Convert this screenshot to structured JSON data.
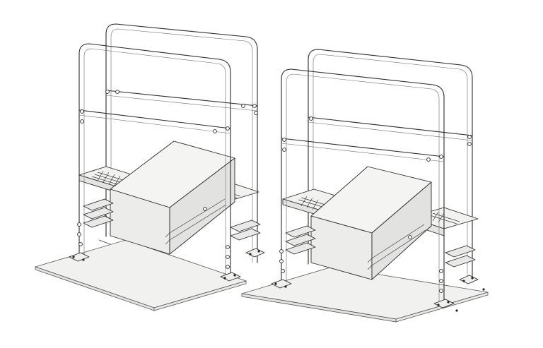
{
  "drawing": {
    "view": "isometric",
    "style": "line-art",
    "units": 2,
    "colors": {
      "line": "#2a2a2a",
      "panel_top": "#f2f2f0",
      "panel_side": "#e4e4e2",
      "panel_front": "#ececea",
      "plate": "#f1f1ef",
      "background": "#ffffff"
    }
  }
}
